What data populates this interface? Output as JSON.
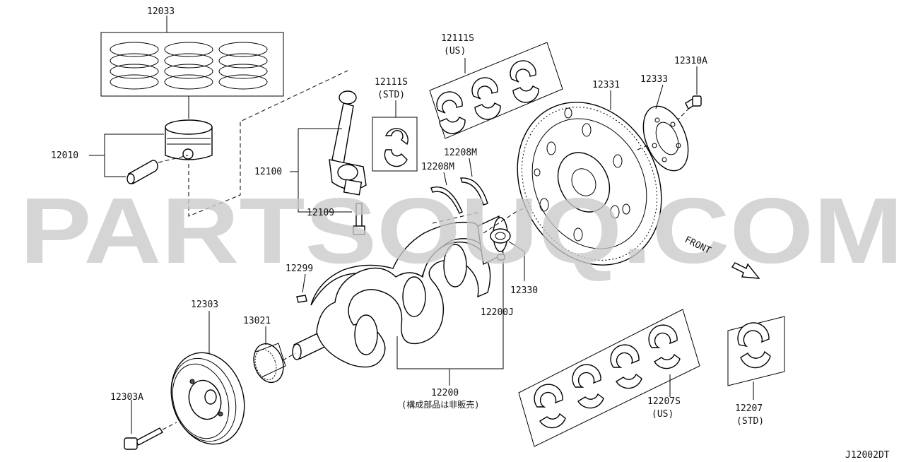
{
  "labels": {
    "p12033": "12033",
    "p12010": "12010",
    "p12100": "12100",
    "p12109": "12109",
    "p12111s_std": "12111S",
    "std1": "(STD)",
    "p12111s_us": "12111S",
    "us1": "(US)",
    "p12208m_a": "12208M",
    "p12208m_b": "12208M",
    "p12331": "12331",
    "p12333": "12333",
    "p12310a": "12310A",
    "front": "FRONT",
    "p12299": "12299",
    "p12303": "12303",
    "p13021": "13021",
    "p12330": "12330",
    "p12200j": "12200J",
    "p12200": "12200",
    "p12200_note": "(構成部品は非販売)",
    "p12303a": "12303A",
    "p12207s_us": "12207S",
    "us2": "(US)",
    "p12207_std": "12207",
    "std2": "(STD)",
    "diagram_code": "J12002DT"
  },
  "watermark": "PARTSOUQ.COM"
}
